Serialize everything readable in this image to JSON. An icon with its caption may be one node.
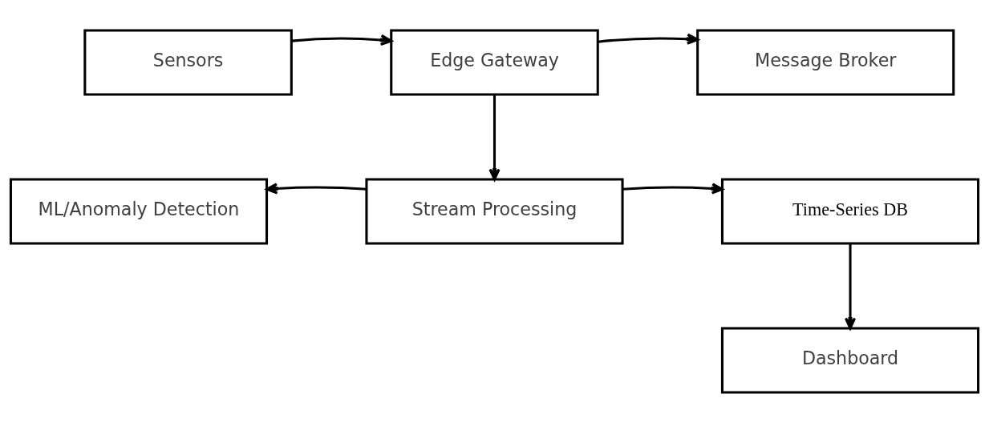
{
  "diagram": {
    "nodes": [
      {
        "text": [
          "Sensors"
        ]
      },
      {
        "text": [
          "Edge Gateway"
        ]
      },
      {
        "text": [
          "Message Broker"
        ]
      },
      {
        "text": [
          "ML/Anomaly Detection"
        ]
      },
      {
        "text": [
          "Stream Processing"
        ]
      },
      {
        "text": [
          "Time-Series DB"
        ]
      },
      {
        "text": [
          "Dashboard"
        ]
      }
    ],
    "edges": [
      {
        "from": 0,
        "to": 1,
        "arrow": "to"
      },
      {
        "from": 1,
        "to": 2,
        "arrow": "to"
      },
      {
        "from": 1,
        "to": 4,
        "arrow": "to"
      },
      {
        "from": 4,
        "to": 3,
        "arrow": "to"
      },
      {
        "from": 4,
        "to": 5,
        "arrow": "to"
      },
      {
        "from": 5,
        "to": 6,
        "arrow": "to"
      }
    ]
  }
}
